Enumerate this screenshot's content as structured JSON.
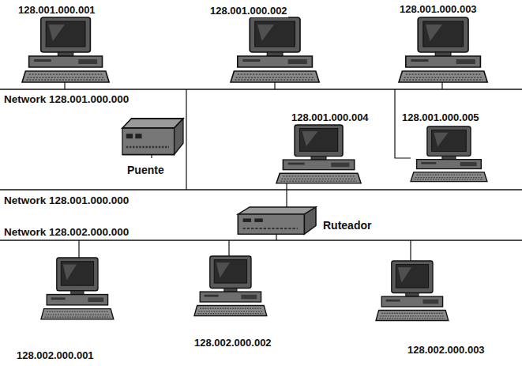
{
  "diagram": {
    "nodes": [
      {
        "text": [
          "128.001.000.001"
        ]
      },
      {
        "text": [
          "128.001.000.002"
        ]
      },
      {
        "text": [
          "128.001.000.003"
        ]
      },
      {
        "text": [
          "Puente"
        ]
      },
      {
        "text": [
          "128.001.000.004"
        ]
      },
      {
        "text": [
          "128.001.000.005"
        ]
      },
      {
        "text": [
          "Ruteador"
        ]
      },
      {
        "text": [
          "128.002.000.001"
        ]
      },
      {
        "text": [
          "128.002.000.002"
        ]
      },
      {
        "text": [
          "128.002.000.003"
        ]
      }
    ],
    "labels": [
      "Network 128.001.000.000",
      "Network 128.001.000.000",
      "Network 128.002.000.000"
    ]
  }
}
